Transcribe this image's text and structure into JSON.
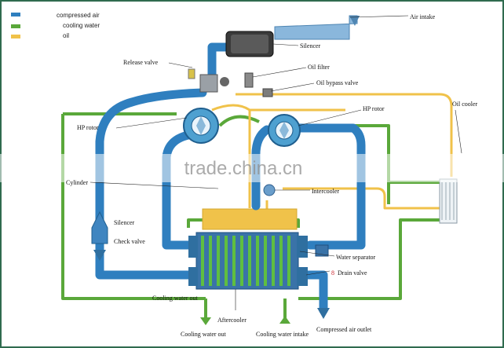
{
  "legend": {
    "items": [
      {
        "label": "compressed  air",
        "color": "#2f7fbf"
      },
      {
        "label": "cooling water",
        "color": "#5aa83a"
      },
      {
        "label": "oil",
        "color": "#f0c24a"
      }
    ]
  },
  "labels": {
    "air_intake": "Air intake",
    "silencer_top": "Silencer",
    "release_valve": "Release valve",
    "oil_filter": "Oil filter",
    "oil_bypass_valve": "Oil bypass valve",
    "oil_cooler": "Oil cooler",
    "hp_rotor_left": "HP rotor",
    "hp_rotor_right": "HP rotor",
    "cylinder": "Cylinder",
    "intercooler": "Intercooler",
    "silencer_left": "Silencer",
    "check_valve": "Check valve",
    "water_separator": "Water    separator",
    "drain_valve_mark": "8",
    "drain_valve": "Drain valve",
    "cooling_water_out_upper": "Cooling water out",
    "aftercooler": "Aftercooler",
    "cooling_water_out": "Cooling water out",
    "cooling_water_intake": "Cooling water intake",
    "compressed_air_outlet": "Compressed air outlet"
  },
  "watermark": "trade.china.cn",
  "colors": {
    "air": "#2f7fbf",
    "water": "#5aa83a",
    "oil": "#f0c24a",
    "frame": "#2f6b4f"
  }
}
